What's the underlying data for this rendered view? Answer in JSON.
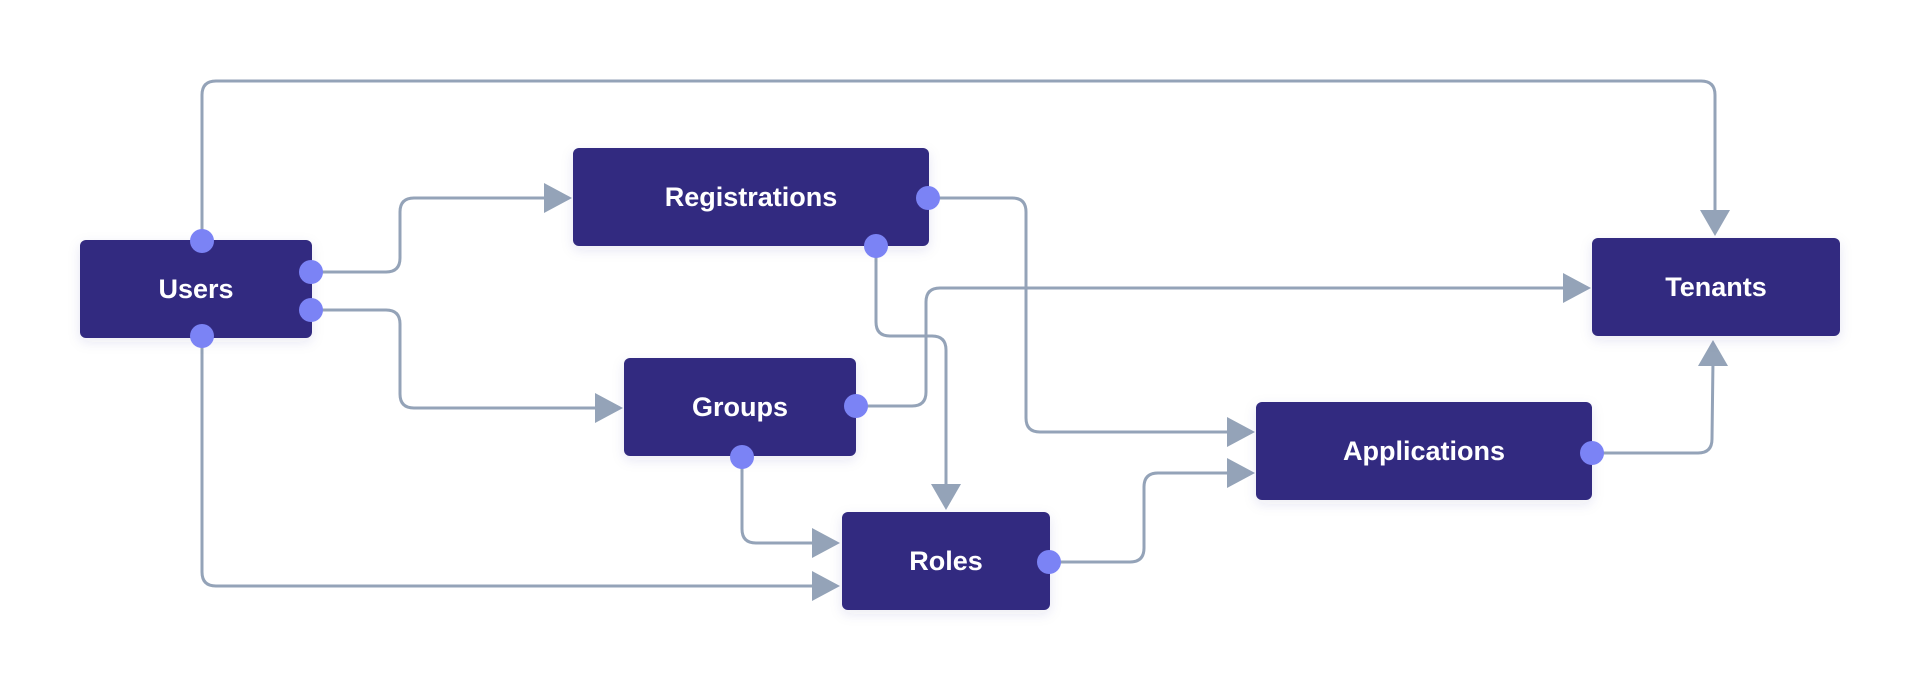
{
  "colors": {
    "node_fill": "#322b80",
    "node_text": "#ffffff",
    "port": "#7b83f5",
    "edge": "#94a3b8",
    "background": "#ffffff"
  },
  "nodes": {
    "users": {
      "label": "Users"
    },
    "registrations": {
      "label": "Registrations"
    },
    "groups": {
      "label": "Groups"
    },
    "roles": {
      "label": "Roles"
    },
    "applications": {
      "label": "Applications"
    },
    "tenants": {
      "label": "Tenants"
    }
  },
  "edges": [
    {
      "from": "Users",
      "to": "Tenants"
    },
    {
      "from": "Users",
      "to": "Registrations"
    },
    {
      "from": "Users",
      "to": "Groups"
    },
    {
      "from": "Users",
      "to": "Roles"
    },
    {
      "from": "Registrations",
      "to": "Applications"
    },
    {
      "from": "Registrations",
      "to": "Roles"
    },
    {
      "from": "Groups",
      "to": "Tenants"
    },
    {
      "from": "Groups",
      "to": "Roles"
    },
    {
      "from": "Roles",
      "to": "Applications"
    },
    {
      "from": "Applications",
      "to": "Tenants"
    }
  ]
}
